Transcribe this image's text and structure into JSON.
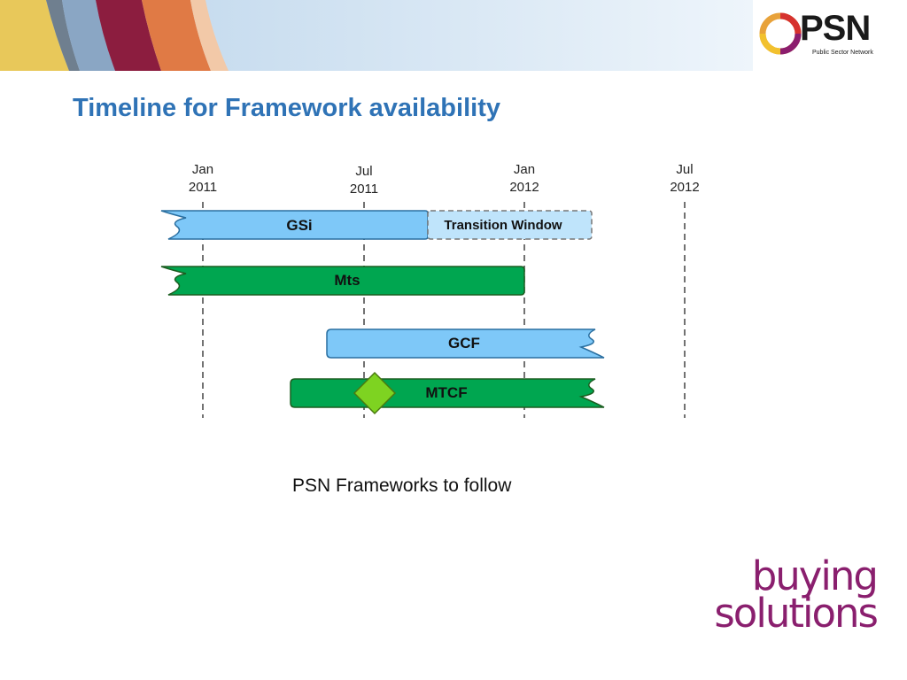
{
  "slide": {
    "title": "Timeline for Framework availability",
    "subtitle": "PSN Frameworks to follow"
  },
  "psn_logo": {
    "word": "PSN",
    "tagline": "Public Sector Network"
  },
  "bs_logo": {
    "line1": "buying",
    "line2": "solutions"
  },
  "colors": {
    "title": "#2f73b6",
    "light_blue_bar": "#7ec8f8",
    "transition_bar": "#bfe4fb",
    "green_bar": "#00a650",
    "milestone": "#7ed321",
    "brand_purple": "#8a1f6e"
  },
  "timeline": {
    "dates": [
      {
        "month": "Jan",
        "year": "2011"
      },
      {
        "month": "Jul",
        "year": "2011"
      },
      {
        "month": "Jan",
        "year": "2012"
      },
      {
        "month": "Jul",
        "year": "2012"
      }
    ],
    "bars": [
      {
        "label": "GSi",
        "extension_label": "Transition Window"
      },
      {
        "label": "Mts"
      },
      {
        "label": "GCF"
      },
      {
        "label": "MTCF"
      }
    ],
    "milestone": "diamond"
  }
}
